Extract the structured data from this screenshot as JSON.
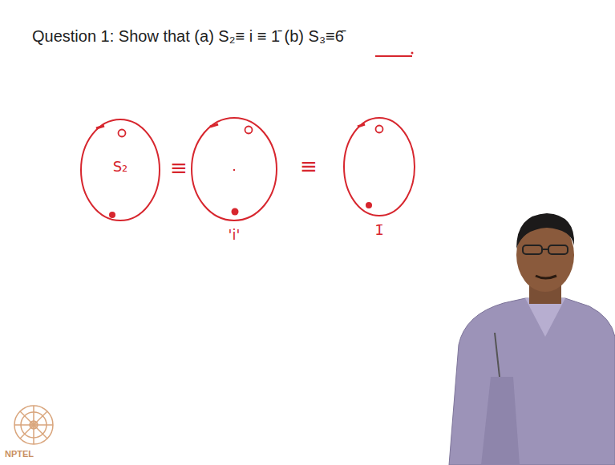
{
  "diagram": {
    "title": "Question 1: Show that  (a) S₂≡ i ≡ 1̄  (b) S₃≡6̄",
    "nodes": [
      {
        "text": [
          "S₂"
        ]
      },
      {
        "text": [
          "'i'"
        ]
      },
      {
        "text": [
          "1̄"
        ]
      }
    ],
    "labels": [
      "≡",
      "≡",
      "NPTEL"
    ]
  }
}
